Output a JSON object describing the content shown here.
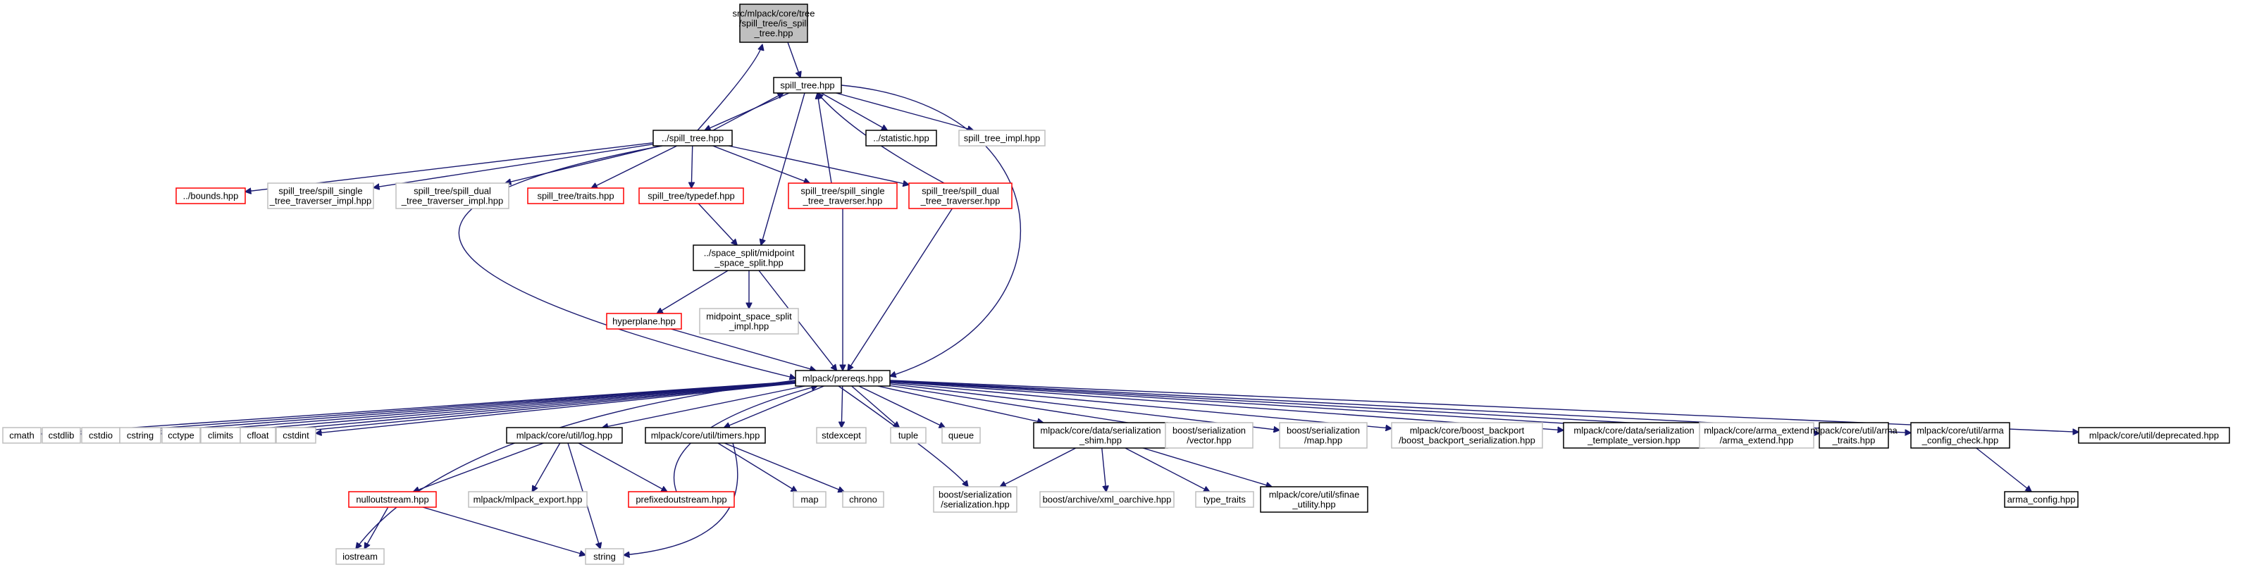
{
  "diagram": {
    "type": "include-dependency-graph",
    "colors": {
      "edge": "#191970",
      "root_fill": "#bfbfbf",
      "documented_border": "#000000",
      "undocumented_border": "#bfbfbf",
      "truncated_border": "#ff0000"
    },
    "nodes": [
      {
        "id": "root",
        "lines": [
          "src/mlpack/core/tree",
          "/spill_tree/is_spill",
          "_tree.hpp"
        ],
        "style": "root"
      },
      {
        "id": "spill_tree",
        "lines": [
          "spill_tree.hpp"
        ],
        "style": "black"
      },
      {
        "id": "dot_spill_tree",
        "lines": [
          "../spill_tree.hpp"
        ],
        "style": "black"
      },
      {
        "id": "statistic",
        "lines": [
          "../statistic.hpp"
        ],
        "style": "black"
      },
      {
        "id": "spill_tree_impl",
        "lines": [
          "spill_tree_impl.hpp"
        ],
        "style": "grey"
      },
      {
        "id": "bounds",
        "lines": [
          "../bounds.hpp"
        ],
        "style": "red"
      },
      {
        "id": "single_impl",
        "lines": [
          "spill_tree/spill_single",
          "_tree_traverser_impl.hpp"
        ],
        "style": "grey"
      },
      {
        "id": "dual_impl",
        "lines": [
          "spill_tree/spill_dual",
          "_tree_traverser_impl.hpp"
        ],
        "style": "grey"
      },
      {
        "id": "traits",
        "lines": [
          "spill_tree/traits.hpp"
        ],
        "style": "red"
      },
      {
        "id": "typedef",
        "lines": [
          "spill_tree/typedef.hpp"
        ],
        "style": "red"
      },
      {
        "id": "single_trav",
        "lines": [
          "spill_tree/spill_single",
          "_tree_traverser.hpp"
        ],
        "style": "red"
      },
      {
        "id": "dual_trav",
        "lines": [
          "spill_tree/spill_dual",
          "_tree_traverser.hpp"
        ],
        "style": "red"
      },
      {
        "id": "midpoint",
        "lines": [
          "../space_split/midpoint",
          "_space_split.hpp"
        ],
        "style": "black"
      },
      {
        "id": "hyperplane",
        "lines": [
          "hyperplane.hpp"
        ],
        "style": "red"
      },
      {
        "id": "midpoint_impl",
        "lines": [
          "midpoint_space_split",
          "_impl.hpp"
        ],
        "style": "grey"
      },
      {
        "id": "prereqs",
        "lines": [
          "mlpack/prereqs.hpp"
        ],
        "style": "black"
      },
      {
        "id": "cmath",
        "lines": [
          "cmath"
        ],
        "style": "grey"
      },
      {
        "id": "cstdlib",
        "lines": [
          "cstdlib"
        ],
        "style": "grey"
      },
      {
        "id": "cstdio",
        "lines": [
          "cstdio"
        ],
        "style": "grey"
      },
      {
        "id": "cstring",
        "lines": [
          "cstring"
        ],
        "style": "grey"
      },
      {
        "id": "cctype",
        "lines": [
          "cctype"
        ],
        "style": "grey"
      },
      {
        "id": "climits",
        "lines": [
          "climits"
        ],
        "style": "grey"
      },
      {
        "id": "cfloat",
        "lines": [
          "cfloat"
        ],
        "style": "grey"
      },
      {
        "id": "cstdint",
        "lines": [
          "cstdint"
        ],
        "style": "grey"
      },
      {
        "id": "log",
        "lines": [
          "mlpack/core/util/log.hpp"
        ],
        "style": "black"
      },
      {
        "id": "timers",
        "lines": [
          "mlpack/core/util/timers.hpp"
        ],
        "style": "black"
      },
      {
        "id": "stdexcept",
        "lines": [
          "stdexcept"
        ],
        "style": "grey"
      },
      {
        "id": "tuple",
        "lines": [
          "tuple"
        ],
        "style": "grey"
      },
      {
        "id": "queue",
        "lines": [
          "queue"
        ],
        "style": "grey"
      },
      {
        "id": "shim",
        "lines": [
          "mlpack/core/data/serialization",
          "_shim.hpp"
        ],
        "style": "black"
      },
      {
        "id": "boost_vector",
        "lines": [
          "boost/serialization",
          "/vector.hpp"
        ],
        "style": "grey"
      },
      {
        "id": "boost_map",
        "lines": [
          "boost/serialization",
          "/map.hpp"
        ],
        "style": "grey"
      },
      {
        "id": "backport",
        "lines": [
          "mlpack/core/boost_backport",
          "/boost_backport_serialization.hpp"
        ],
        "style": "grey"
      },
      {
        "id": "template_version",
        "lines": [
          "mlpack/core/data/serialization",
          "_template_version.hpp"
        ],
        "style": "black"
      },
      {
        "id": "arma_extend",
        "lines": [
          "mlpack/core/arma_extend",
          "/arma_extend.hpp"
        ],
        "style": "grey"
      },
      {
        "id": "arma_traits",
        "lines": [
          "mlpack/core/util/arma",
          "_traits.hpp"
        ],
        "style": "black"
      },
      {
        "id": "arma_config_check",
        "lines": [
          "mlpack/core/util/arma",
          "_config_check.hpp"
        ],
        "style": "black"
      },
      {
        "id": "deprecated",
        "lines": [
          "mlpack/core/util/deprecated.hpp"
        ],
        "style": "black"
      },
      {
        "id": "iostream",
        "lines": [
          "iostream"
        ],
        "style": "grey"
      },
      {
        "id": "nulloutstream",
        "lines": [
          "nulloutstream.hpp"
        ],
        "style": "red"
      },
      {
        "id": "mlpack_export",
        "lines": [
          "mlpack/mlpack_export.hpp"
        ],
        "style": "grey"
      },
      {
        "id": "string",
        "lines": [
          "string"
        ],
        "style": "grey"
      },
      {
        "id": "prefixed",
        "lines": [
          "prefixedoutstream.hpp"
        ],
        "style": "red"
      },
      {
        "id": "map",
        "lines": [
          "map"
        ],
        "style": "grey"
      },
      {
        "id": "chrono",
        "lines": [
          "chrono"
        ],
        "style": "grey"
      },
      {
        "id": "boost_serialization",
        "lines": [
          "boost/serialization",
          "/serialization.hpp"
        ],
        "style": "grey"
      },
      {
        "id": "xml_oarchive",
        "lines": [
          "boost/archive/xml_oarchive.hpp"
        ],
        "style": "grey"
      },
      {
        "id": "type_traits",
        "lines": [
          "type_traits"
        ],
        "style": "grey"
      },
      {
        "id": "sfinae",
        "lines": [
          "mlpack/core/util/sfinae",
          "_utility.hpp"
        ],
        "style": "black"
      },
      {
        "id": "arma_config",
        "lines": [
          "arma_config.hpp"
        ],
        "style": "black"
      }
    ],
    "edges": [
      [
        "root",
        "spill_tree"
      ],
      [
        "spill_tree",
        "dot_spill_tree"
      ],
      [
        "spill_tree",
        "statistic"
      ],
      [
        "spill_tree",
        "spill_tree_impl"
      ],
      [
        "spill_tree",
        "midpoint"
      ],
      [
        "spill_tree",
        "prereqs"
      ],
      [
        "dot_spill_tree",
        "root"
      ],
      [
        "dot_spill_tree",
        "spill_tree"
      ],
      [
        "dot_spill_tree",
        "bounds"
      ],
      [
        "dot_spill_tree",
        "single_impl"
      ],
      [
        "dot_spill_tree",
        "dual_impl"
      ],
      [
        "dot_spill_tree",
        "traits"
      ],
      [
        "dot_spill_tree",
        "typedef"
      ],
      [
        "dot_spill_tree",
        "single_trav"
      ],
      [
        "dot_spill_tree",
        "dual_trav"
      ],
      [
        "dot_spill_tree",
        "prereqs"
      ],
      [
        "typedef",
        "midpoint"
      ],
      [
        "single_trav",
        "spill_tree"
      ],
      [
        "single_trav",
        "prereqs"
      ],
      [
        "dual_trav",
        "spill_tree"
      ],
      [
        "dual_trav",
        "prereqs"
      ],
      [
        "midpoint",
        "hyperplane"
      ],
      [
        "midpoint",
        "midpoint_impl"
      ],
      [
        "midpoint",
        "prereqs"
      ],
      [
        "hyperplane",
        "prereqs"
      ],
      [
        "prereqs",
        "cmath"
      ],
      [
        "prereqs",
        "cstdlib"
      ],
      [
        "prereqs",
        "cstdio"
      ],
      [
        "prereqs",
        "cstring"
      ],
      [
        "prereqs",
        "cctype"
      ],
      [
        "prereqs",
        "climits"
      ],
      [
        "prereqs",
        "cfloat"
      ],
      [
        "prereqs",
        "cstdint"
      ],
      [
        "prereqs",
        "iostream"
      ],
      [
        "prereqs",
        "log"
      ],
      [
        "prereqs",
        "timers"
      ],
      [
        "prereqs",
        "stdexcept"
      ],
      [
        "prereqs",
        "tuple"
      ],
      [
        "prereqs",
        "queue"
      ],
      [
        "prereqs",
        "boost_serialization"
      ],
      [
        "prereqs",
        "shim"
      ],
      [
        "prereqs",
        "boost_vector"
      ],
      [
        "prereqs",
        "boost_map"
      ],
      [
        "prereqs",
        "backport"
      ],
      [
        "prereqs",
        "template_version"
      ],
      [
        "prereqs",
        "arma_extend"
      ],
      [
        "prereqs",
        "arma_traits"
      ],
      [
        "prereqs",
        "arma_config_check"
      ],
      [
        "prereqs",
        "deprecated"
      ],
      [
        "log",
        "nulloutstream"
      ],
      [
        "log",
        "mlpack_export"
      ],
      [
        "log",
        "string"
      ],
      [
        "log",
        "prefixed"
      ],
      [
        "prefixed",
        "prereqs"
      ],
      [
        "nulloutstream",
        "iostream"
      ],
      [
        "nulloutstream",
        "string"
      ],
      [
        "timers",
        "map"
      ],
      [
        "timers",
        "chrono"
      ],
      [
        "timers",
        "string"
      ],
      [
        "shim",
        "boost_serialization"
      ],
      [
        "shim",
        "xml_oarchive"
      ],
      [
        "shim",
        "type_traits"
      ],
      [
        "shim",
        "sfinae"
      ],
      [
        "arma_config_check",
        "arma_config"
      ]
    ]
  }
}
